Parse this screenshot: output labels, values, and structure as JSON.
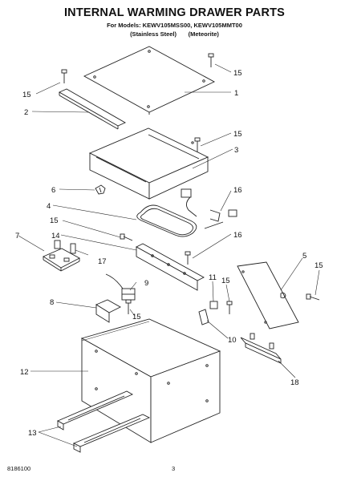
{
  "title": "INTERNAL WARMING DRAWER PARTS",
  "for_models": "For Models: KEWV105MSS00, KEWV105MMT00",
  "finishes": "(Stainless Steel)       (Meteorite)",
  "callouts": {
    "c1": "1",
    "c2": "2",
    "c3": "3",
    "c4": "4",
    "c5": "5",
    "c6": "6",
    "c7": "7",
    "c8": "8",
    "c9": "9",
    "c10": "10",
    "c11": "11",
    "c12": "12",
    "c13": "13",
    "c14": "14",
    "c15": "15",
    "c16": "16",
    "c17": "17",
    "c18": "18"
  },
  "footer": {
    "doc_number": "8186100",
    "page_number": "3"
  }
}
